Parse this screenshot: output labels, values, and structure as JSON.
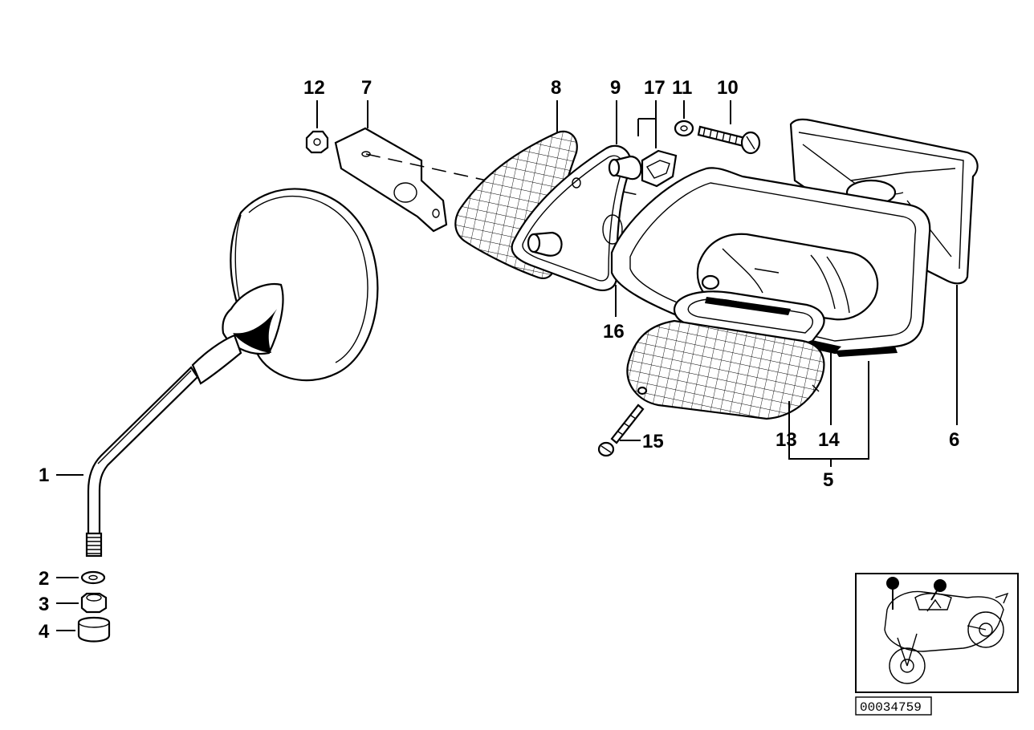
{
  "diagram": {
    "callouts": [
      {
        "id": "c1",
        "text": "1"
      },
      {
        "id": "c2",
        "text": "2"
      },
      {
        "id": "c3",
        "text": "3"
      },
      {
        "id": "c4",
        "text": "4"
      },
      {
        "id": "c5",
        "text": "5"
      },
      {
        "id": "c6",
        "text": "6"
      },
      {
        "id": "c7",
        "text": "7"
      },
      {
        "id": "c8",
        "text": "8"
      },
      {
        "id": "c9",
        "text": "9"
      },
      {
        "id": "c10",
        "text": "10"
      },
      {
        "id": "c11",
        "text": "11"
      },
      {
        "id": "c12",
        "text": "12"
      },
      {
        "id": "c13",
        "text": "13"
      },
      {
        "id": "c14",
        "text": "14"
      },
      {
        "id": "c15",
        "text": "15"
      },
      {
        "id": "c16",
        "text": "16"
      },
      {
        "id": "c17",
        "text": "17"
      }
    ],
    "diagram_code": "00034759"
  }
}
